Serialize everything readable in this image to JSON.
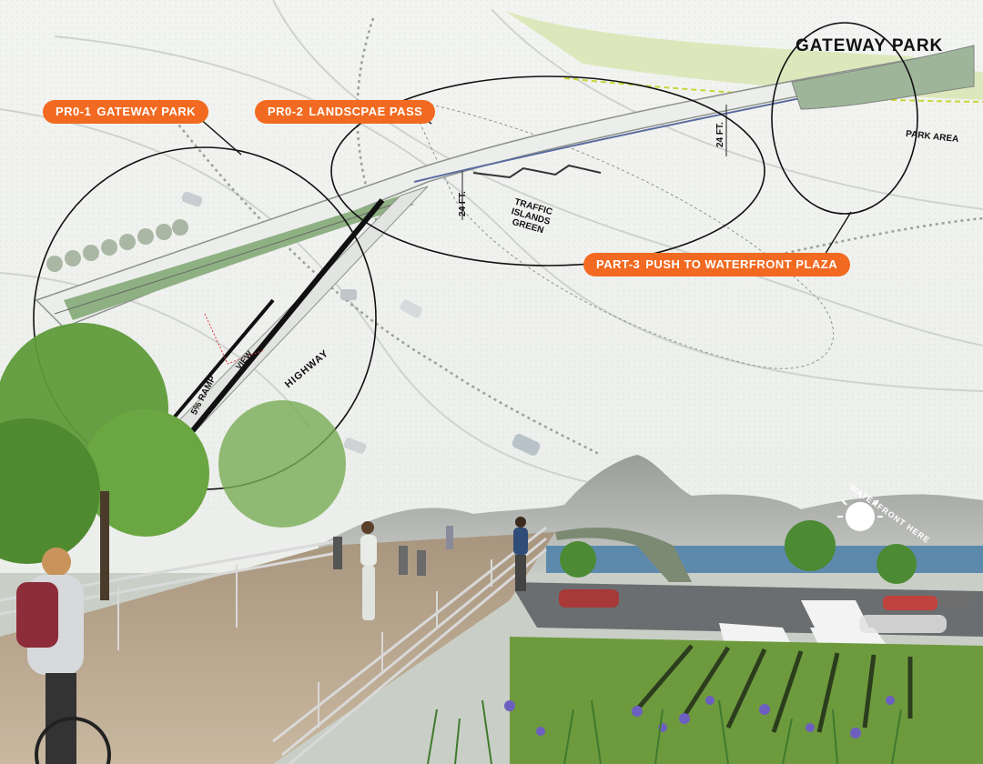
{
  "title": "GATEWAY PARK",
  "tags": {
    "pro1": {
      "code": "PR0-1",
      "label": "GATEWAY  PARK"
    },
    "pro2": {
      "code": "PR0-2",
      "label": "LANDSCPAE PASS"
    },
    "part3": {
      "code": "PART-3",
      "label": "PUSH TO WATERFRONT PLAZA"
    }
  },
  "labels": {
    "park_area": "PARK AREA",
    "dimension_a": "24 FT.",
    "dimension_b": "24 FT.",
    "traffic_islands": "TRAFFIC ISLANDS GREEN",
    "ramp": "5% RAMP",
    "view": "VIEW",
    "highway": "HIGHWAY",
    "waterfront": "WATERFRONT HERE"
  },
  "colors": {
    "tag_orange": "#f26a21",
    "foliage": "#5f9a3a",
    "water": "#4a7fa8",
    "deck": "#b9a48a"
  }
}
